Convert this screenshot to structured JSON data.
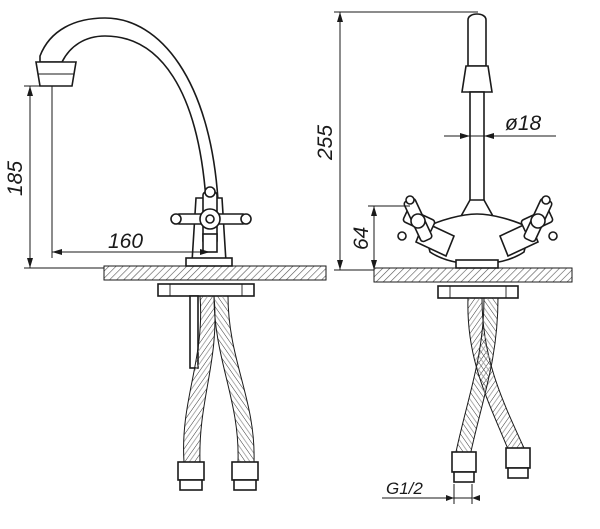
{
  "dimensions": {
    "side_height": "185",
    "spout_reach": "160",
    "front_height": "255",
    "handle_height": "64",
    "spout_diameter": "ø18",
    "thread": "G1/2"
  },
  "colors": {
    "stroke": "#1a1a1a",
    "hatch": "#555555",
    "background": "#ffffff"
  },
  "views": [
    "side-view",
    "front-view"
  ]
}
